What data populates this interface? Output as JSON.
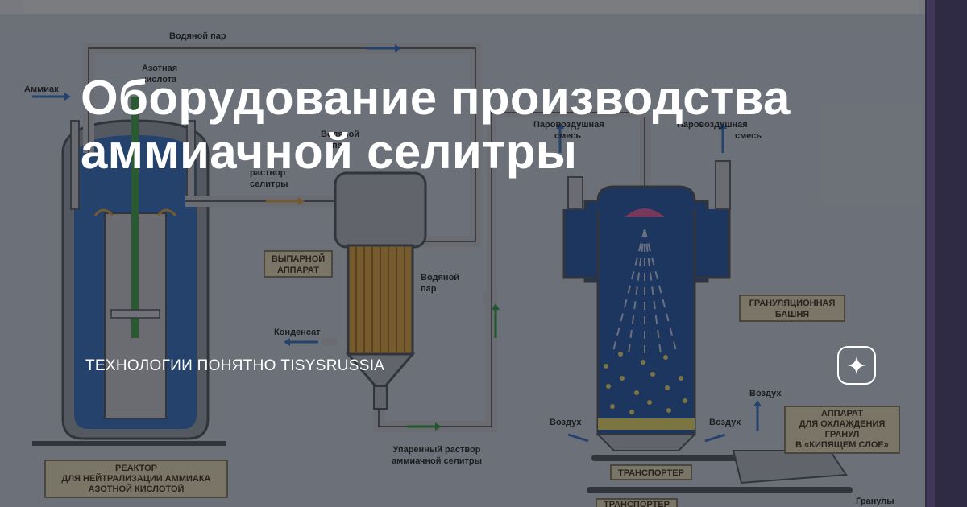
{
  "card": {
    "title_lines": [
      "Оборудование производства",
      "аммиачной селитры"
    ],
    "channel": "ТЕХНОЛОГИИ ПОНЯТНО TISYSRUSSIA",
    "badge_icon": "sparkle-star-icon"
  },
  "diagram": {
    "labels": {
      "steam_top": "Водяной пар",
      "nitric_acid_1": "Азотная",
      "nitric_acid_2": "кислота",
      "ammonia": "Аммиак",
      "water_vapor_1": "Водяной",
      "water_vapor_2": "пар",
      "solution_1": "раствор",
      "solution_2": "селитры",
      "steam_air_left_1": "Паровоздушная",
      "steam_air_left_2": "смесь",
      "steam_air_right_1": "Паровоздушная",
      "steam_air_right_2": "смесь",
      "evaporator_1": "ВЫПАРНОЙ",
      "evaporator_2": "АППАРАТ",
      "water_steam_1": "Водяной",
      "water_steam_2": "пар",
      "condensate": "Конденсат",
      "granulation_1": "ГРАНУЛЯЦИОННАЯ",
      "granulation_2": "БАШНЯ",
      "air_top": "Воздух",
      "air_left": "Воздух",
      "air_right": "Воздух",
      "cooler_1": "АППАРАТ",
      "cooler_2": "ДЛЯ ОХЛАЖДЕНИЯ",
      "cooler_3": "ГРАНУЛ",
      "cooler_4": "В «КИПЯЩЕМ СЛОЕ»",
      "evaporated_1": "Упаренный раствор",
      "evaporated_2": "аммиачной селитры",
      "transporter": "ТРАНСПОРТЕР",
      "transporter_2": "ТРАНСПОРТЕР",
      "granules": "Гранулы",
      "reactor_1": "РЕАКТОР",
      "reactor_2": "ДЛЯ НЕЙТРАЛИЗАЦИИ АММИАКА",
      "reactor_3": "АЗОТНОЙ КИСЛОТОЙ"
    },
    "colors": {
      "background": "#cfd8df",
      "pipe": "#cbcdd0",
      "pipe_outline": "#5a5e63",
      "tower_blue": "#1f56a6",
      "reactor_liquid": "#2f6fc4",
      "label_box": "#ecdfb8",
      "arrow_blue": "#2f6fc4",
      "arrow_green": "#2e9b3a",
      "granule_yellow": "#f2e066"
    }
  }
}
